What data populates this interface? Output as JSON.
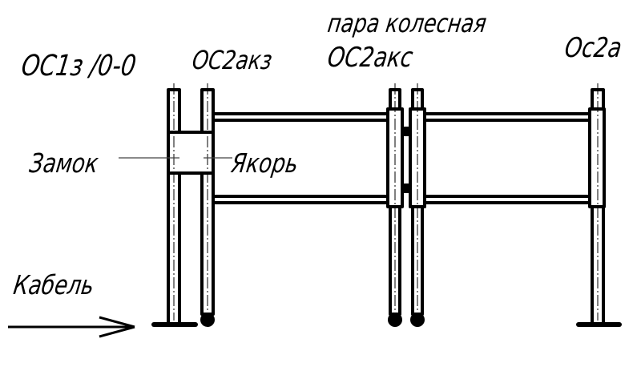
{
  "diagram": {
    "type": "rail-track scheme",
    "labels": {
      "axle_1": "ОС1з /0-0",
      "axle_2": "ОС2акз",
      "wheelset_caption": "пара колесная",
      "axle_3": "ОС2акс",
      "axle_4": "Ос2а",
      "lock": "Замок",
      "anchor": "Якорь",
      "cable": "Кабель"
    },
    "colors": {
      "line": "#000000",
      "leader": "#444444",
      "background": "#ffffff"
    }
  }
}
